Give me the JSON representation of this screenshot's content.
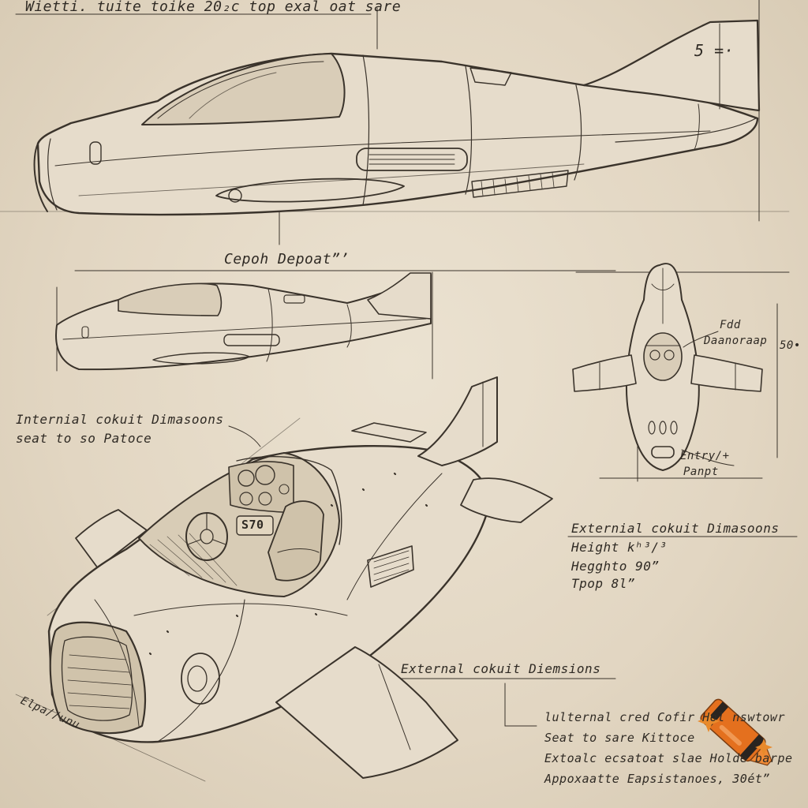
{
  "header": {
    "text": "Wietti. tuite toike 20₂c top exal oat sare"
  },
  "side_view": {
    "label": "Cepoh Depoat”’",
    "tail_number": "5 =·"
  },
  "top_view": {
    "label_line1": "Fdd",
    "label_line2": "Daanoraap",
    "label_value": "50•",
    "entry_line1": "Entry/+",
    "entry_line2": "Panpt"
  },
  "internal_dims": {
    "line1": "Internial cokuit Dimasoons",
    "line2": "seat to so Patoce"
  },
  "external_dims_top": {
    "title": "Externial cokuit Dimasoons",
    "row1": "Height  kʰ³/³",
    "row2": "Hegghto 90”",
    "row3": "Tpop  8l”"
  },
  "external_dims_bottom": {
    "title": "External cokuit Diemsions",
    "row1": "lulternal  cred Cofir  Hol  nswtowr",
    "row2": "Seat to sare Kittoce",
    "row3": "Extoalc ecsatoat slae  Holde barpe",
    "row4": "Appoxaatte Eapsistanoes, 30ét”"
  },
  "side_note": {
    "text": "Elpa//unu"
  },
  "cockpit_badge": {
    "text": "S70"
  },
  "colors": {
    "ink": "#2f2a24",
    "paper": "#e3d8c5",
    "crayon": "#e4701e",
    "crayon_band": "#2a2420",
    "sparkle": "#e88a2c"
  },
  "icons": [
    "crayon-icon",
    "sparkle-icon"
  ]
}
